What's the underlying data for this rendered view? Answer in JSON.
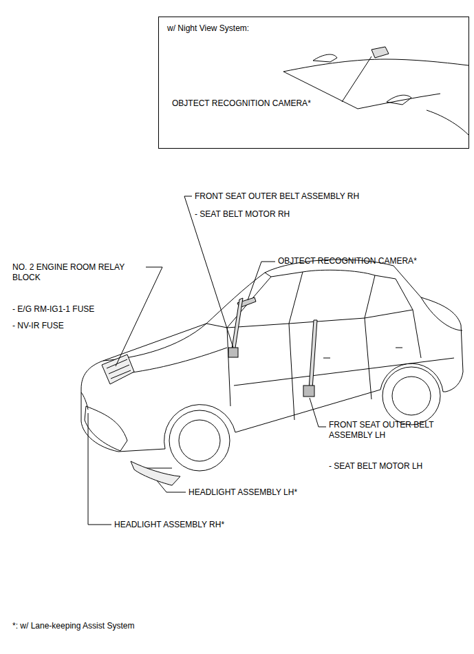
{
  "diagram": {
    "nodes": [
      {
        "text": [
          "w/ Night View System:",
          "OBJTECT RECOGNITION CAMERA*"
        ]
      }
    ],
    "labels": [
      "FRONT SEAT OUTER BELT ASSEMBLY RH",
      "- SEAT BELT MOTOR RH",
      "OBJTECT RECOGNITION CAMERA*",
      "NO. 2 ENGINE ROOM RELAY BLOCK",
      "- E/G RM-IG1-1 FUSE",
      "- NV-IR FUSE",
      "FRONT SEAT OUTER BELT ASSEMBLY LH",
      "- SEAT BELT MOTOR LH",
      "HEADLIGHT ASSEMBLY LH*",
      "HEADLIGHT ASSEMBLY RH*",
      "*: w/ Lane-keeping Assist System"
    ]
  }
}
